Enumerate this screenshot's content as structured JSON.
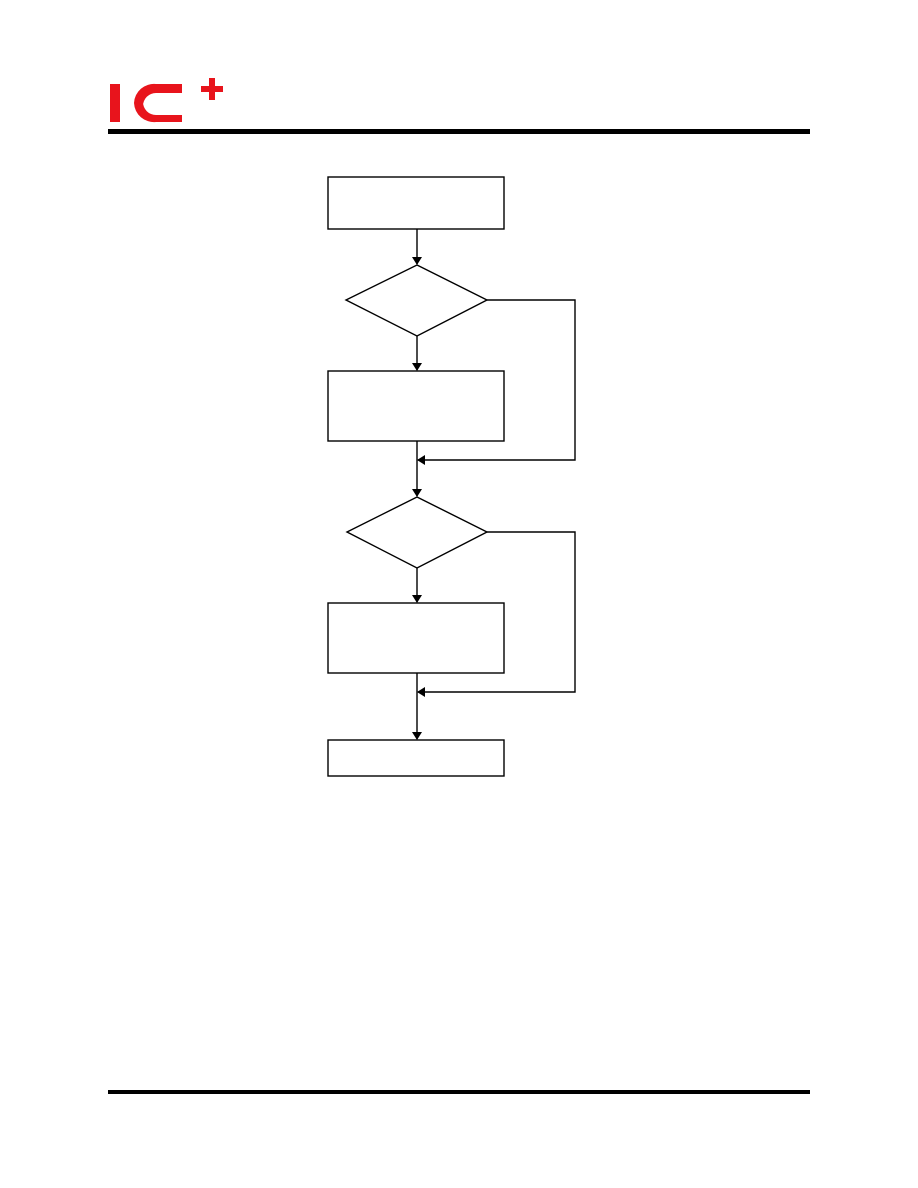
{
  "brand": {
    "logo_text": "IC+",
    "logo_color": "#e8141c"
  },
  "diagram": {
    "stroke_color": "#000000",
    "nodes": [
      {
        "id": "process-1",
        "shape": "rect",
        "label": ""
      },
      {
        "id": "decision-1",
        "shape": "diamond",
        "label": ""
      },
      {
        "id": "process-2",
        "shape": "rect",
        "label": ""
      },
      {
        "id": "decision-2",
        "shape": "diamond",
        "label": ""
      },
      {
        "id": "process-3",
        "shape": "rect",
        "label": ""
      },
      {
        "id": "process-end",
        "shape": "rect",
        "label": ""
      }
    ],
    "edges": [
      {
        "from": "process-1",
        "to": "decision-1"
      },
      {
        "from": "decision-1",
        "to": "process-2",
        "branch": "down"
      },
      {
        "from": "decision-1",
        "to": "merge-1",
        "branch": "right-bypass"
      },
      {
        "from": "process-2",
        "to": "decision-2"
      },
      {
        "from": "decision-2",
        "to": "process-3",
        "branch": "down"
      },
      {
        "from": "decision-2",
        "to": "merge-2",
        "branch": "right-bypass"
      },
      {
        "from": "process-3",
        "to": "process-end"
      }
    ]
  }
}
